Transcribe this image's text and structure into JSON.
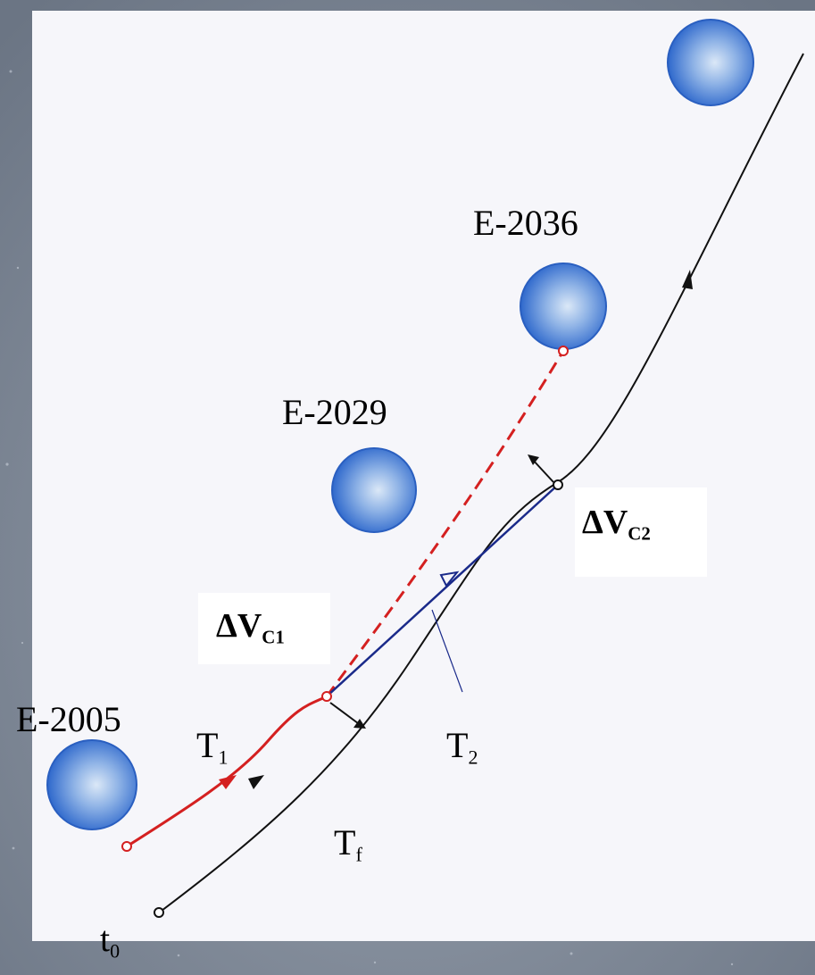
{
  "labels": {
    "e2036": "E-2036",
    "e2029": "E-2029",
    "e2005": "E-2005",
    "dv_c1_main": "ΔV",
    "dv_c1_sub": "C1",
    "dv_c2_main": "ΔV",
    "dv_c2_sub": "C2",
    "t1_main": "T",
    "t1_sub": "1",
    "t2_main": "T",
    "t2_sub": "2",
    "tf_main": "T",
    "tf_sub": "f",
    "t0_main": "t",
    "t0_sub": "0"
  },
  "colors": {
    "earth_blue": "#2f6fd0",
    "transfer_red": "#d42020",
    "t2_navy": "#1a2a8a",
    "trajectory_black": "#111111",
    "background_stars": "#7d8795"
  },
  "icons": {
    "planets": "blue-sphere",
    "arrows": "arrowhead"
  }
}
